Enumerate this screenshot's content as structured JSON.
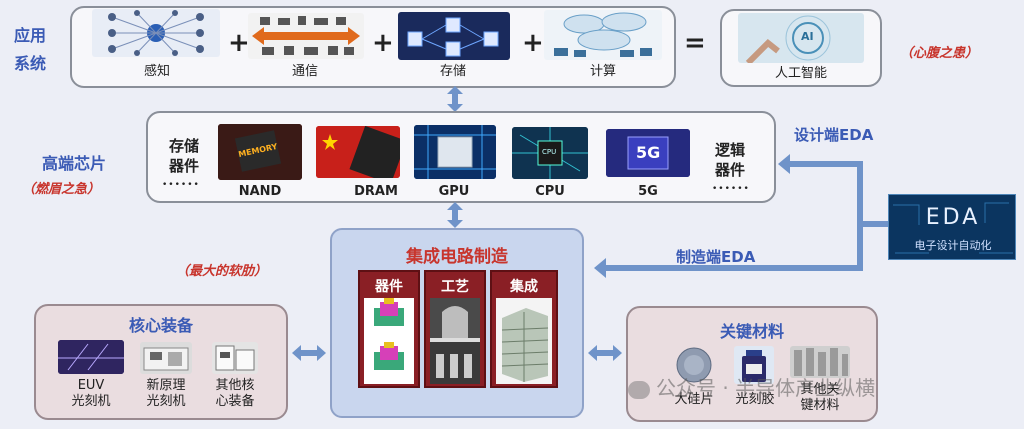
{
  "app_label": [
    "应用",
    "系统"
  ],
  "apps": [
    "感知",
    "通信",
    "存储",
    "计算"
  ],
  "equals": "=",
  "plus": "+",
  "ai_label": "人工智能",
  "ai_note": "（心腹之患）",
  "chip_section": "高端芯片",
  "chip_note": "（燃眉之急）",
  "memory_label": [
    "存储",
    "器件"
  ],
  "logic_label": [
    "逻辑",
    "器件"
  ],
  "dots": "••••••",
  "chips": [
    "NAND",
    "DRAM",
    "GPU",
    "CPU",
    "5G"
  ],
  "design_eda": "设计端EDA",
  "mfg_eda": "制造端EDA",
  "eda_title": "EDA",
  "eda_subtitle": "电子设计自动化",
  "fab_title": "集成电路制造",
  "fab_cols": [
    "器件",
    "工艺",
    "集成"
  ],
  "fab_note": "（最大的软肋）",
  "equip_title": "核心装备",
  "equip_items": [
    [
      "EUV",
      "光刻机"
    ],
    [
      "新原理",
      "光刻机"
    ],
    [
      "其他核",
      "心装备"
    ]
  ],
  "mat_title": "关键材料",
  "mat_items": [
    [
      "大硅片"
    ],
    [
      "光刻胶"
    ],
    [
      "其他关",
      "键材料"
    ]
  ],
  "watermark": "公众号 · 半导体产业纵横",
  "thumb_text": {
    "ai": "AI",
    "g5": "5G",
    "cpu": "CPU",
    "mem": "MEMORY"
  },
  "colors": {
    "accent_blue": "#3b5bb5",
    "accent_red": "#c8352d",
    "arrow": "#6f93c9",
    "fab_bg": "#c9d6ee",
    "fab_inner": "#8a1f25"
  }
}
